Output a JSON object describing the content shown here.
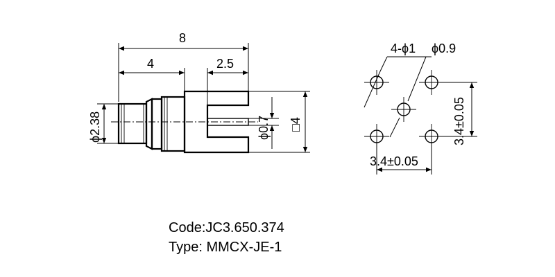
{
  "side_view": {
    "dim_overall_length": "8",
    "dim_body_length": "4",
    "dim_pin_length": "2.5",
    "dim_diameter": "ϕ2.38",
    "dim_pin_diameter": "ϕ0.7",
    "dim_square": "□4"
  },
  "footprint": {
    "dim_holes": "4-ϕ1",
    "dim_center_hole": "ϕ0.9",
    "dim_spacing_x": "3.4±0.05",
    "dim_spacing_y": "3.4±0.05"
  },
  "caption": {
    "code": "Code:JC3.650.374",
    "type": "Type: MMCX-JE-1"
  }
}
